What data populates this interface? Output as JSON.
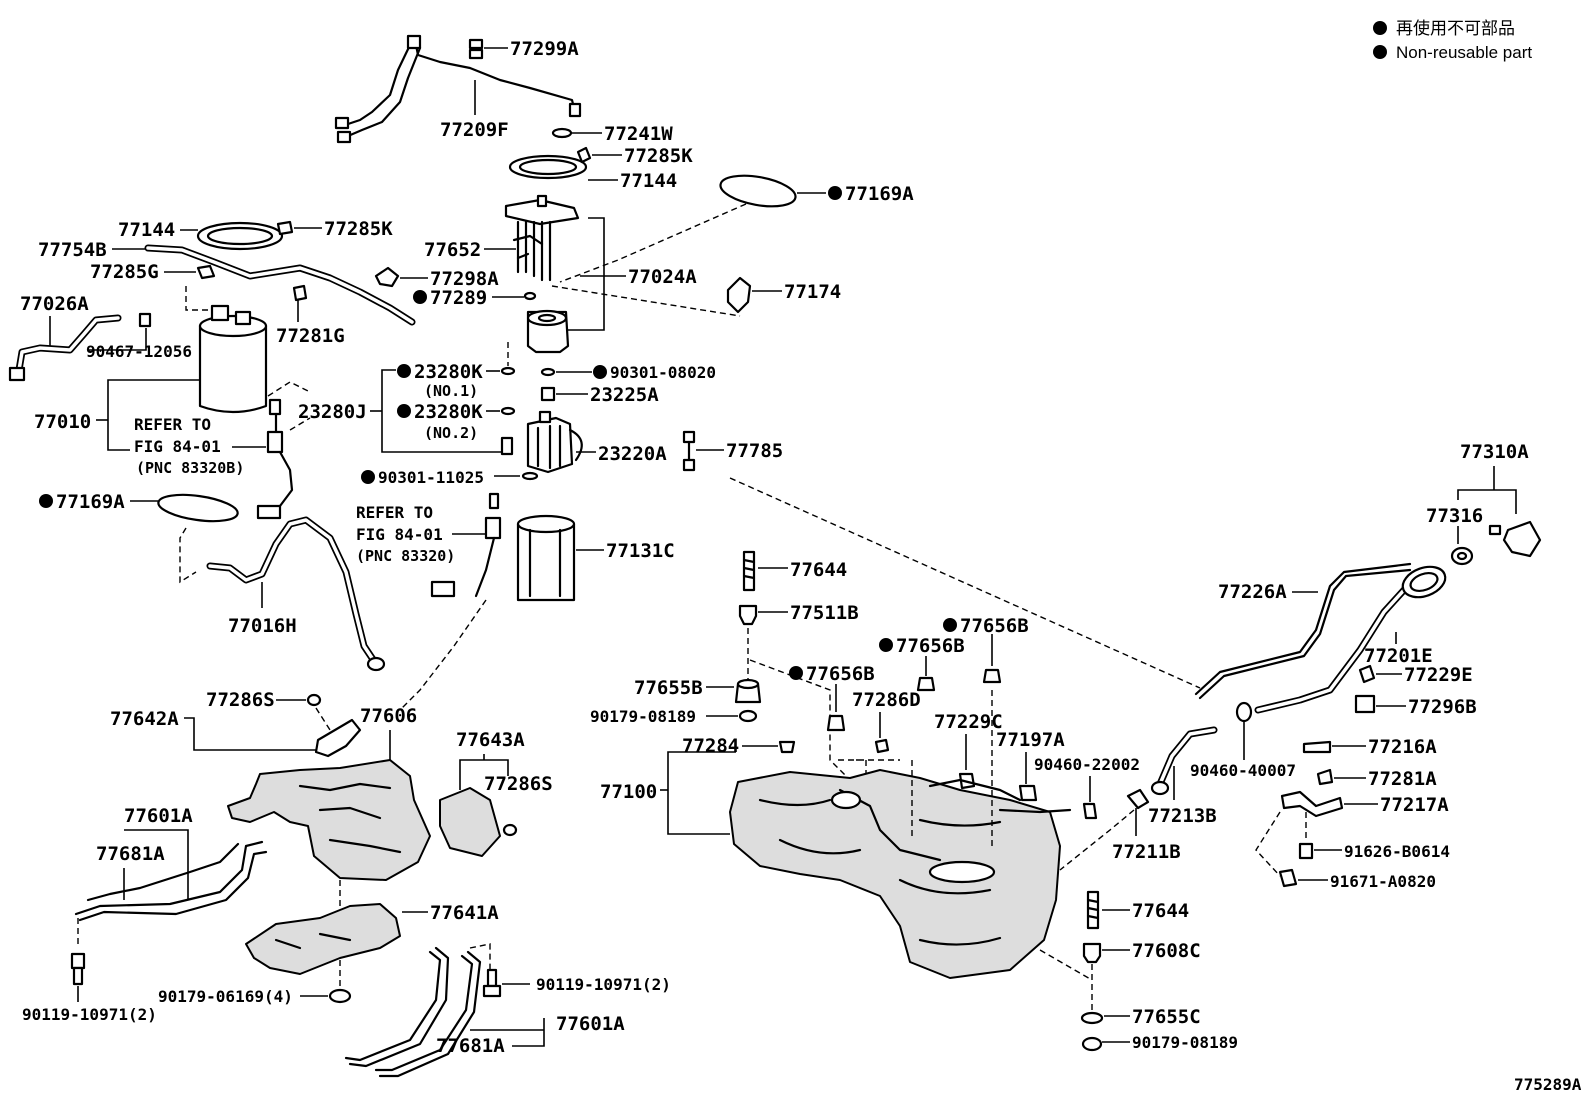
{
  "legend": {
    "line1": "再使用不可部品",
    "line2": "Non-reusable part"
  },
  "figure_code": "775289A",
  "labels": {
    "p77299A": "77299A",
    "p77209F": "77209F",
    "p77241W": "77241W",
    "p77285K_a": "77285K",
    "p77144_a": "77144",
    "p77169A_a": "77169A",
    "p77144_b": "77144",
    "p77285K_b": "77285K",
    "p77754B": "77754B",
    "p77652": "77652",
    "p77285G": "77285G",
    "p77298A": "77298A",
    "p77024A": "77024A",
    "p77289": "77289",
    "p77174": "77174",
    "p77026A": "77026A",
    "p77281G": "77281G",
    "p90467_12056": "90467-12056",
    "p23280K_1": "23280K",
    "p_no1": "(NO.1)",
    "p90301_08020": "90301-08020",
    "p23225A": "23225A",
    "p77010": "77010",
    "p23280J": "23280J",
    "p23280K_2": "23280K",
    "p_no2": "(NO.2)",
    "refer1_a": "REFER TO",
    "refer1_b": "FIG 84-01",
    "refer1_c": "(PNC 83320B)",
    "p23220A": "23220A",
    "p77785": "77785",
    "p90301_11025": "90301-11025",
    "p77169A_b": "77169A",
    "refer2_a": "REFER TO",
    "refer2_b": "FIG 84-01",
    "refer2_c": "(PNC 83320)",
    "p77131C": "77131C",
    "p77310A": "77310A",
    "p77316": "77316",
    "p77644_a": "77644",
    "p77016H": "77016H",
    "p77511B": "77511B",
    "p77656B_a": "77656B",
    "p77656B_b": "77656B",
    "p77226A": "77226A",
    "p77201E": "77201E",
    "p77655B": "77655B",
    "p77656B_c": "77656B",
    "p77229E": "77229E",
    "p77642A": "77642A",
    "p77286S_a": "77286S",
    "p77606": "77606",
    "p90179_08189_a": "90179-08189",
    "p77286D": "77286D",
    "p77296B": "77296B",
    "p77229C": "77229C",
    "p77643A": "77643A",
    "p77284": "77284",
    "p77197A": "77197A",
    "p77216A": "77216A",
    "p90460_22002": "90460-22002",
    "p77286S_b": "77286S",
    "p90460_40007": "90460-40007",
    "p77100": "77100",
    "p77281A": "77281A",
    "p77601A_a": "77601A",
    "p77217A": "77217A",
    "p77213B": "77213B",
    "p77681A_a": "77681A",
    "p77211B": "77211B",
    "p91626_B0614": "91626-B0614",
    "p91671_A0820": "91671-A0820",
    "p77641A": "77641A",
    "p77644_b": "77644",
    "p77608C": "77608C",
    "p90119_10971_a": "90119-10971(2)",
    "p90179_06169": "90179-06169(4)",
    "p90119_10971_b": "90119-10971(2)",
    "p77601A_b": "77601A",
    "p77655C": "77655C",
    "p77681A_b": "77681A",
    "p90179_08189_b": "90179-08189"
  }
}
